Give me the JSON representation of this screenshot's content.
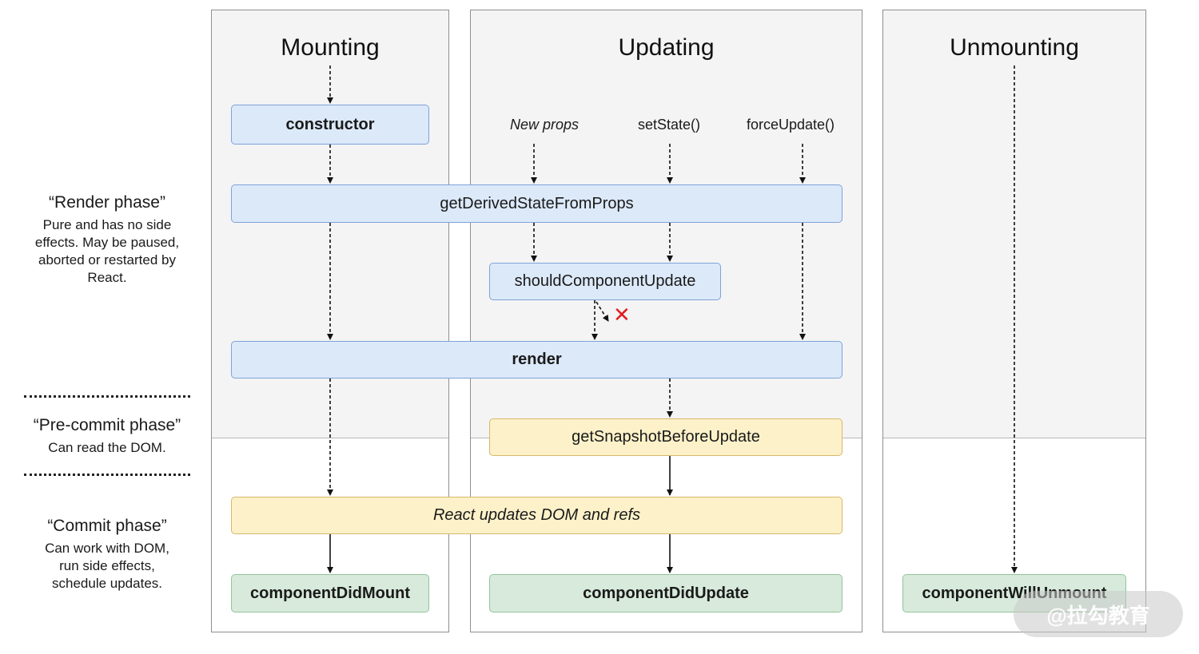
{
  "columns": {
    "mounting": "Mounting",
    "updating": "Updating",
    "unmounting": "Unmounting"
  },
  "phases": {
    "render": {
      "title": "“Render phase”",
      "description": "Pure and has no side effects. May be paused, aborted or restarted by React."
    },
    "precommit": {
      "title": "“Pre-commit phase”",
      "description": "Can read the DOM."
    },
    "commit": {
      "title": "“Commit phase”",
      "description": "Can work with DOM, run side effects, schedule updates."
    }
  },
  "triggers": {
    "new_props": "New props",
    "set_state": "setState()",
    "force_update": "forceUpdate()"
  },
  "methods": {
    "constructor": "constructor",
    "get_derived_state": "getDerivedStateFromProps",
    "should_update": "shouldComponentUpdate",
    "render": "render",
    "get_snapshot": "getSnapshotBeforeUpdate",
    "dom_update": "React updates DOM and refs",
    "did_mount": "componentDidMount",
    "did_update": "componentDidUpdate",
    "will_unmount": "componentWillUnmount"
  },
  "cancel_mark": "✕",
  "watermark": "@拉勾教育",
  "colors": {
    "render_box": "#dce9f9",
    "precommit_box": "#fdf1c9",
    "commit_box": "#d7eadb",
    "cancel_mark": "#e01f1f"
  }
}
